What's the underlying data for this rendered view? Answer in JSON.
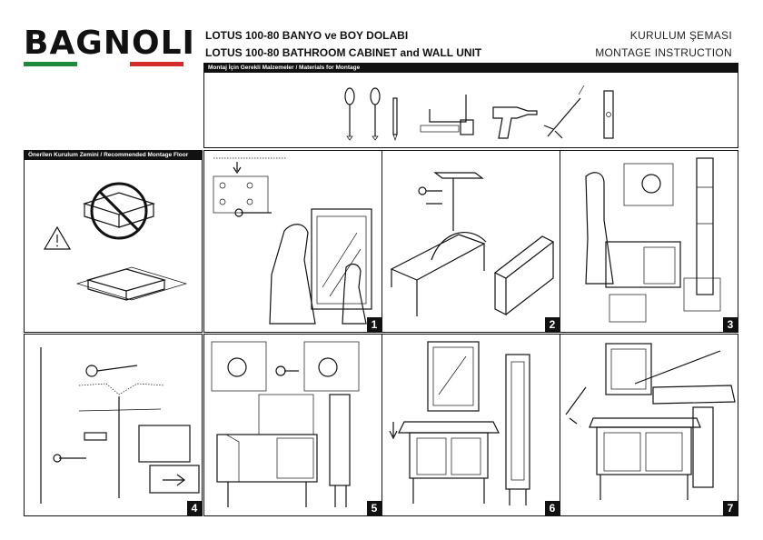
{
  "brand": {
    "logo_text": "BAGNOLI",
    "flag_colors": [
      "#1f8a3b",
      "#ffffff",
      "#d42a2a"
    ]
  },
  "header": {
    "title_tr": "LOTUS  100-80 BANYO ve BOY DOLABI",
    "title_en": "LOTUS  100-80 BATHROOM CABINET and WALL UNIT",
    "right_tr": "KURULUM ŞEMASI",
    "right_en": "MONTAGE INSTRUCTION"
  },
  "materials": {
    "label": "Montaj İçin Gerekli Malzemeler / Materials for Montage",
    "tools": [
      "screwdriver-flat-icon",
      "screwdriver-phillips-icon",
      "pencil-icon",
      "allen-key-icon",
      "tape-measure-icon",
      "drill-icon",
      "silicone-gun-icon",
      "spirit-level-icon"
    ]
  },
  "floor": {
    "label": "Önerilen Kurulum Zemini / Recommended Montage Floor",
    "icons": [
      "warning-icon",
      "no-hard-floor-icon",
      "soft-floor-icon"
    ]
  },
  "steps": [
    {
      "number": "1"
    },
    {
      "number": "2"
    },
    {
      "number": "3"
    },
    {
      "number": "4"
    },
    {
      "number": "5"
    },
    {
      "number": "6"
    },
    {
      "number": "7"
    }
  ]
}
